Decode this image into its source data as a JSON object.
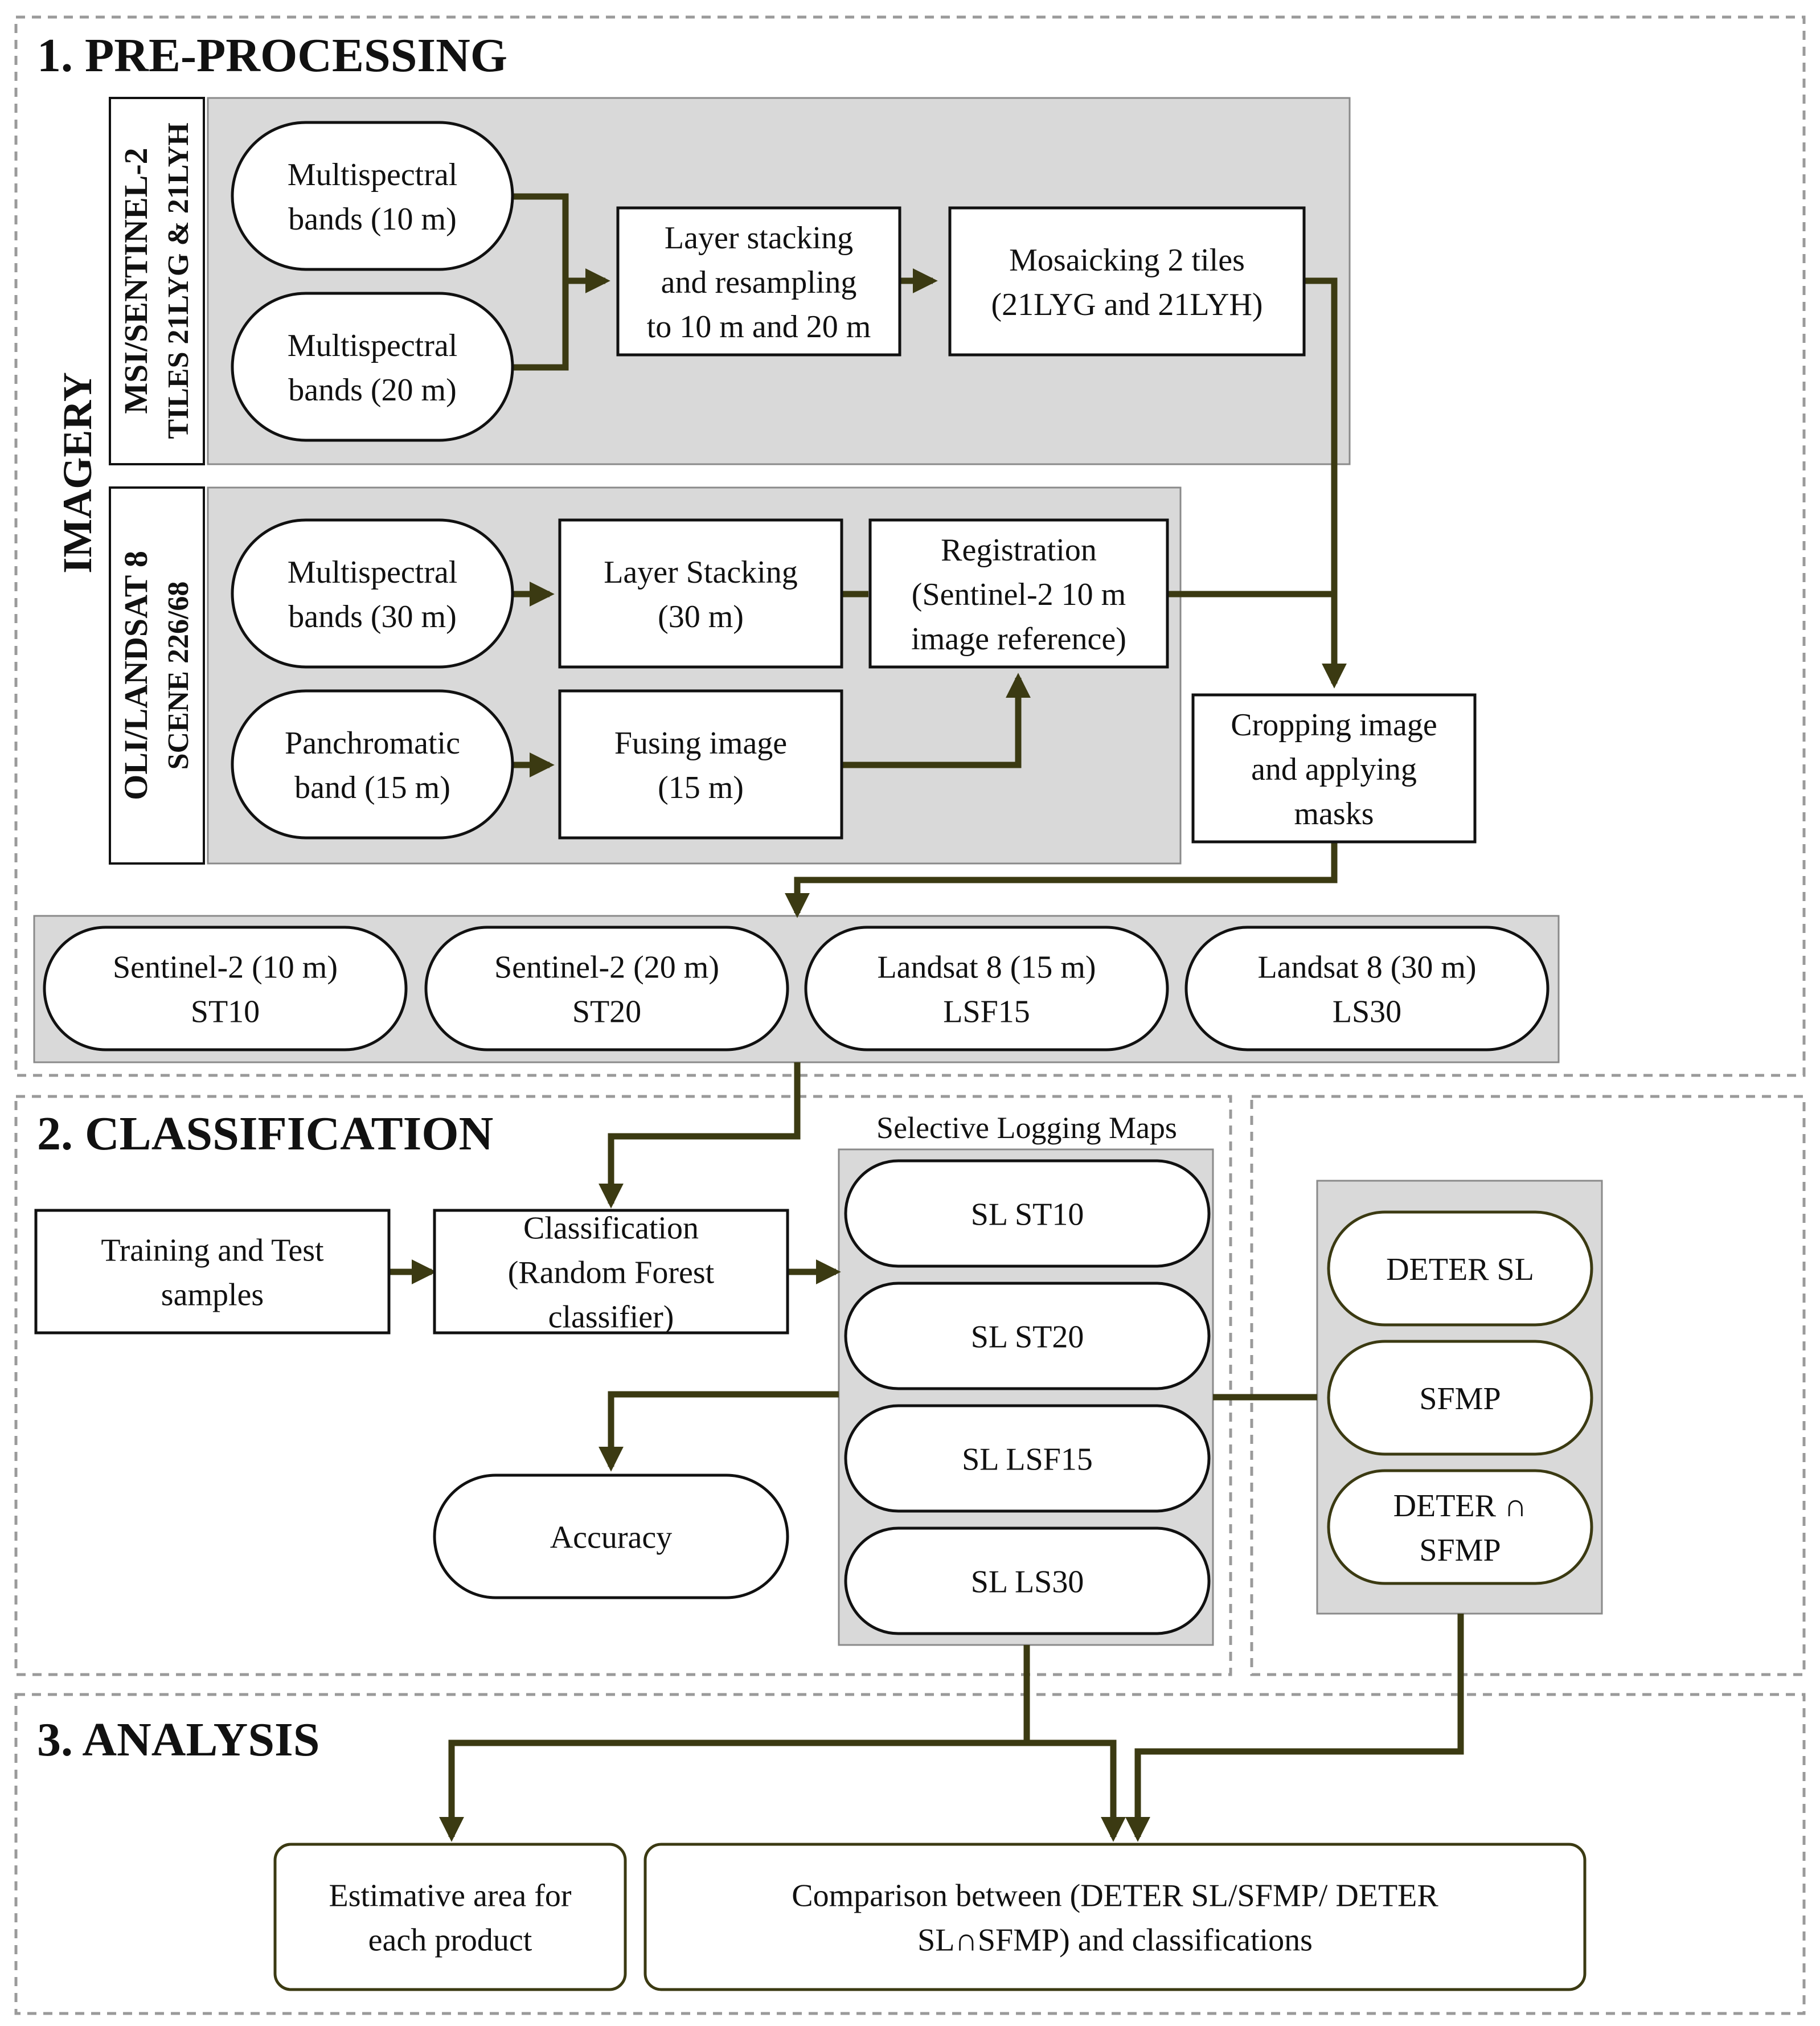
{
  "sections": {
    "preprocessing": "1. PRE-PROCESSING",
    "classification": "2. CLASSIFICATION",
    "analysis": "3. ANALYSIS"
  },
  "imagery_label": "IMAGERY",
  "sentinel_label": [
    "MSI/SENTINEL-2",
    "TILES 21LYG & 21LYH"
  ],
  "landsat_label": [
    "OLI/LANDSAT 8",
    "SCENE 226/68"
  ],
  "nodes": {
    "ms10": [
      "Multispectral",
      "bands (10 m)"
    ],
    "ms20": [
      "Multispectral",
      "bands (20 m)"
    ],
    "layer_resample": [
      "Layer stacking",
      "and resampling",
      "to 10 m and 20 m"
    ],
    "mosaic": [
      "Mosaicking 2 tiles",
      "(21LYG and 21LYH)"
    ],
    "ms30": [
      "Multispectral",
      "bands (30 m)"
    ],
    "pan15": [
      "Panchromatic",
      "band (15 m)"
    ],
    "layer30": [
      "Layer Stacking",
      "(30 m)"
    ],
    "fusing": [
      "Fusing image",
      "(15 m)"
    ],
    "registration": [
      "Registration",
      "(Sentinel-2 10 m",
      "image reference)"
    ],
    "cropping": [
      "Cropping image",
      "and applying",
      "masks"
    ],
    "st10": [
      "Sentinel-2 (10 m)",
      "ST10"
    ],
    "st20": [
      "Sentinel-2 (20 m)",
      "ST20"
    ],
    "lsf15": [
      "Landsat 8 (15 m)",
      "LSF15"
    ],
    "ls30": [
      "Landsat 8 (30 m)",
      "LS30"
    ],
    "training": [
      "Training and Test",
      "samples"
    ],
    "classifier": [
      "Classification",
      "(Random Forest",
      "classifier)"
    ],
    "sl_maps_title": "Selective Logging Maps",
    "sl_st10": [
      "SL ST10"
    ],
    "sl_st20": [
      "SL ST20"
    ],
    "sl_lsf15": [
      "SL LSF15"
    ],
    "sl_ls30": [
      "SL LS30"
    ],
    "accuracy": [
      "Accuracy"
    ],
    "deter_sl": [
      "DETER SL"
    ],
    "sfmp": [
      "SFMP"
    ],
    "deter_sfmp": [
      "DETER ∩",
      "SFMP"
    ],
    "estimative": [
      "Estimative area for",
      "each product"
    ],
    "comparison": [
      "Comparison between (DETER SL/SFMP/ DETER",
      "SL∩SFMP) and classifications"
    ]
  },
  "colors": {
    "connector": "#3b3a12",
    "panel": "#d9d9d9",
    "dashed_border": "#9a9a9a"
  }
}
